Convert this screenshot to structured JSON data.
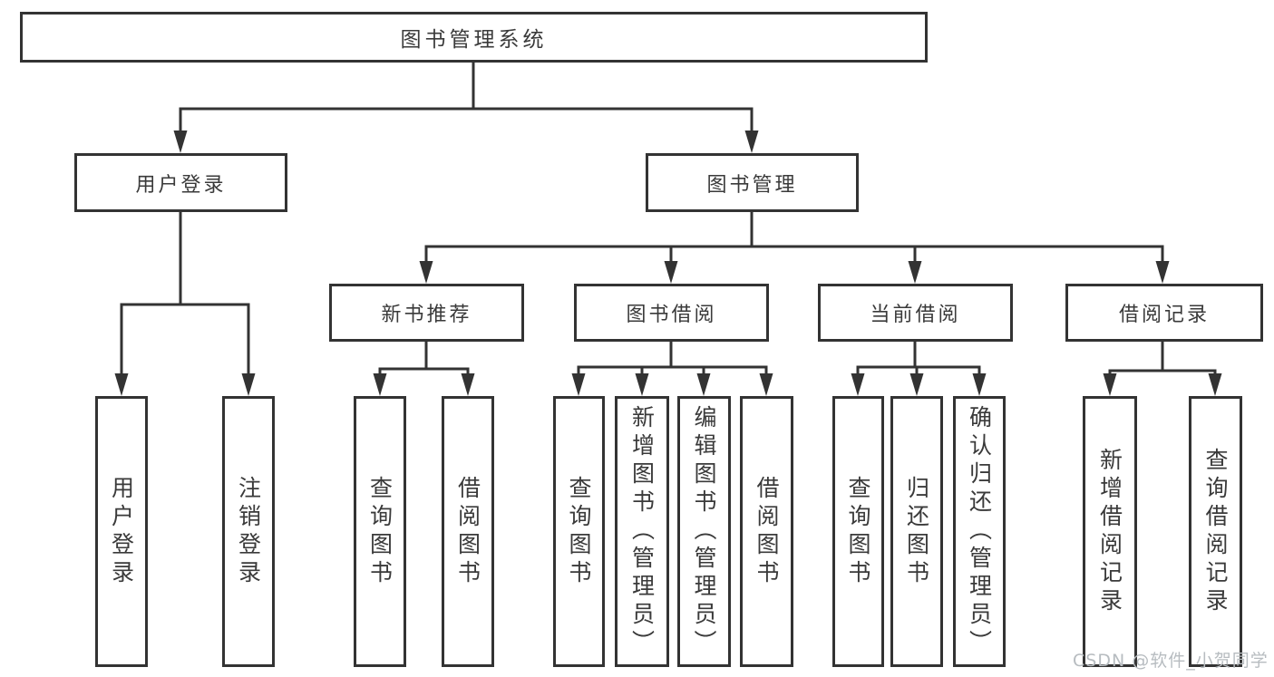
{
  "colors": {
    "line": "#333333",
    "box_border": "#333333",
    "text": "#3a3a3a",
    "background": "#ffffff",
    "watermark": "#b7bcc0"
  },
  "tree": {
    "root": "图书管理系统",
    "children": [
      {
        "label": "用户登录",
        "children": [
          "用户登录",
          "注销登录"
        ]
      },
      {
        "label": "图书管理",
        "children": [
          {
            "label": "新书推荐",
            "children": [
              "查询图书",
              "借阅图书"
            ]
          },
          {
            "label": "图书借阅",
            "children": [
              "查询图书",
              "新增图书（管理员）",
              "编辑图书（管理员）",
              "借阅图书"
            ]
          },
          {
            "label": "当前借阅",
            "children": [
              "查询图书",
              "归还图书",
              "确认归还（管理员）"
            ]
          },
          {
            "label": "借阅记录",
            "children": [
              "新增借阅记录",
              "查询借阅记录"
            ]
          }
        ]
      }
    ]
  },
  "watermark": {
    "text": "CSDN @软件_小贺同学"
  }
}
